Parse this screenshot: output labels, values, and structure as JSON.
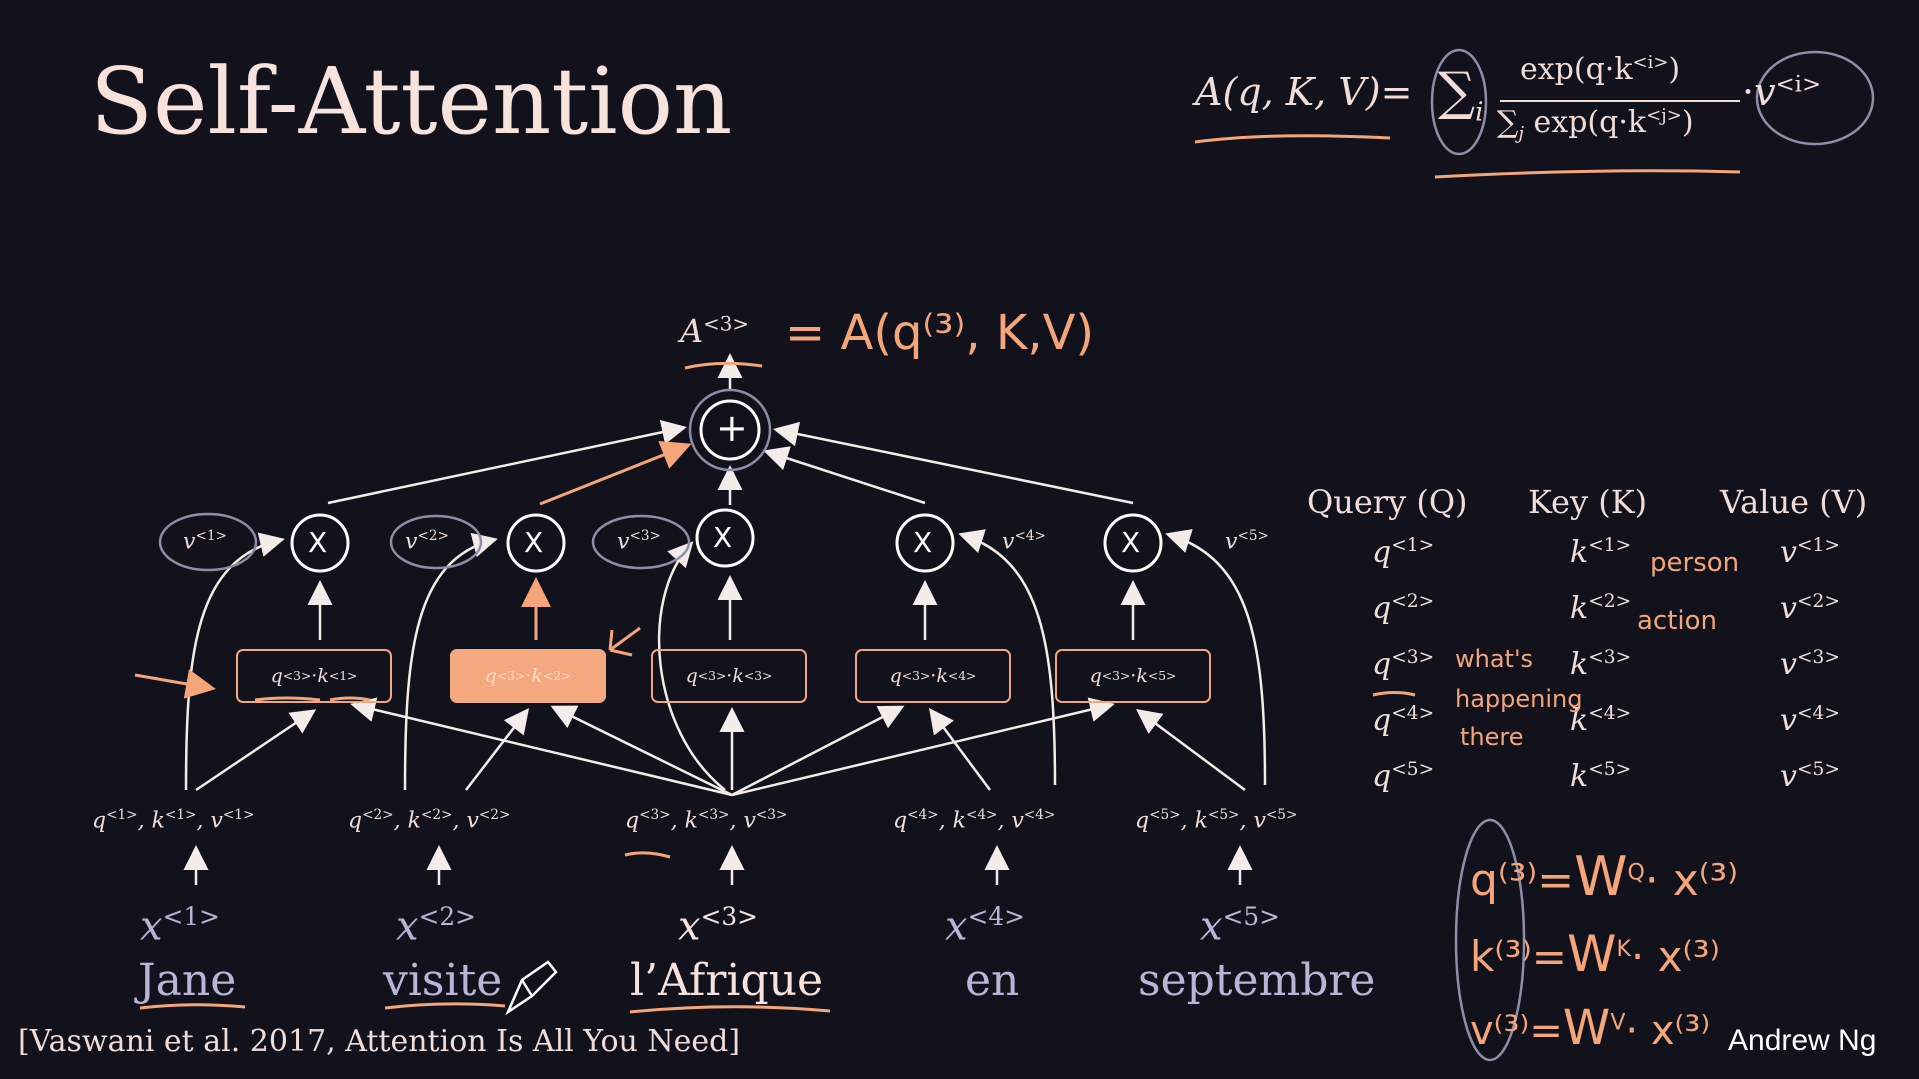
{
  "title": "Self-Attention",
  "formula": {
    "lhs": "A(q, K, V)",
    "eq": "=",
    "sum_i": "∑",
    "sub_i": "i",
    "numerator": "exp(q·k",
    "num_sup": "<i>",
    "num_close": ")",
    "denominator": "∑",
    "den_sub": "j",
    "den_body": " exp(q·k",
    "den_sup": "<j>",
    "den_close": ")",
    "dot": "·",
    "v": "v",
    "v_sup": "<i>"
  },
  "a3": {
    "label": "A",
    "sup": "<3>",
    "handwritten": "= A(q⁽³⁾, K,V)"
  },
  "plus_symbol": "+",
  "times_symbol": "X",
  "v_labels": [
    {
      "base": "v",
      "sup": "<1>"
    },
    {
      "base": "v",
      "sup": "<2>"
    },
    {
      "base": "v",
      "sup": "<3>"
    },
    {
      "base": "v",
      "sup": "<4>"
    },
    {
      "base": "v",
      "sup": "<5>"
    }
  ],
  "boxes": [
    {
      "q": "q",
      "qs": "<3>",
      "dot": " · ",
      "k": "k",
      "ks": "<1>"
    },
    {
      "q": "q",
      "qs": "<3>",
      "dot": " · ",
      "k": "k",
      "ks": "<2>"
    },
    {
      "q": "q",
      "qs": "<3>",
      "dot": " · ",
      "k": "k",
      "ks": "<3>"
    },
    {
      "q": "q",
      "qs": "<3>",
      "dot": " · ",
      "k": "k",
      "ks": "<4>"
    },
    {
      "q": "q",
      "qs": "<3>",
      "dot": " · ",
      "k": "k",
      "ks": "<5>"
    }
  ],
  "tokens": [
    {
      "pair_q": "q",
      "pq": "<1>",
      "pair_k": ", k",
      "pk": "<1>",
      "pair_v": ", v",
      "pv": "<1>",
      "x": "x",
      "xs": "<1>",
      "word": "Jane"
    },
    {
      "pair_q": "q",
      "pq": "<2>",
      "pair_k": ", k",
      "pk": "<2>",
      "pair_v": ", v",
      "pv": "<2>",
      "x": "x",
      "xs": "<2>",
      "word": "visite"
    },
    {
      "pair_q": "q",
      "pq": "<3>",
      "pair_k": ", k",
      "pk": "<3>",
      "pair_v": ", v",
      "pv": "<3>",
      "x": "x",
      "xs": "<3>",
      "word": "l’Afrique"
    },
    {
      "pair_q": "q",
      "pq": "<4>",
      "pair_k": ", k",
      "pk": "<4>",
      "pair_v": ", v",
      "pv": "<4>",
      "x": "x",
      "xs": "<4>",
      "word": "en"
    },
    {
      "pair_q": "q",
      "pq": "<5>",
      "pair_k": ", k",
      "pk": "<5>",
      "pair_v": ", v",
      "pv": "<5>",
      "x": "x",
      "xs": "<5>",
      "word": "septembre"
    }
  ],
  "table": {
    "headers": [
      "Query (Q)",
      "Key (K)",
      "Value (V)"
    ],
    "rows": [
      {
        "q": "q",
        "k": "k",
        "v": "v",
        "sup": "<1>"
      },
      {
        "q": "q",
        "k": "k",
        "v": "v",
        "sup": "<2>"
      },
      {
        "q": "q",
        "k": "k",
        "v": "v",
        "sup": "<3>"
      },
      {
        "q": "q",
        "k": "k",
        "v": "v",
        "sup": "<4>"
      },
      {
        "q": "q",
        "k": "k",
        "v": "v",
        "sup": "<5>"
      }
    ]
  },
  "notes": {
    "person": "person",
    "action": "action",
    "whats_happening": [
      "what's",
      "happening",
      "there"
    ]
  },
  "weights": {
    "q": "q⁽³⁾",
    "eq": "=",
    "wq": "W",
    "wq_sup": "Q",
    "xq": "· x⁽³⁾",
    "k": "k⁽³⁾",
    "wk": "W",
    "wk_sup": "K",
    "xk": "· x⁽³⁾",
    "v": "v⁽³⁾",
    "wv": "W",
    "wv_sup": "V",
    "xv": "· x⁽³⁾"
  },
  "citation": "[Vaswani et al. 2017, Attention Is All You Need]",
  "author": "Andrew Ng",
  "colors": {
    "background": "#12121c",
    "accent": "#f5a57a",
    "text": "#f1ddd7",
    "dim_word": "#b8b6d6"
  }
}
